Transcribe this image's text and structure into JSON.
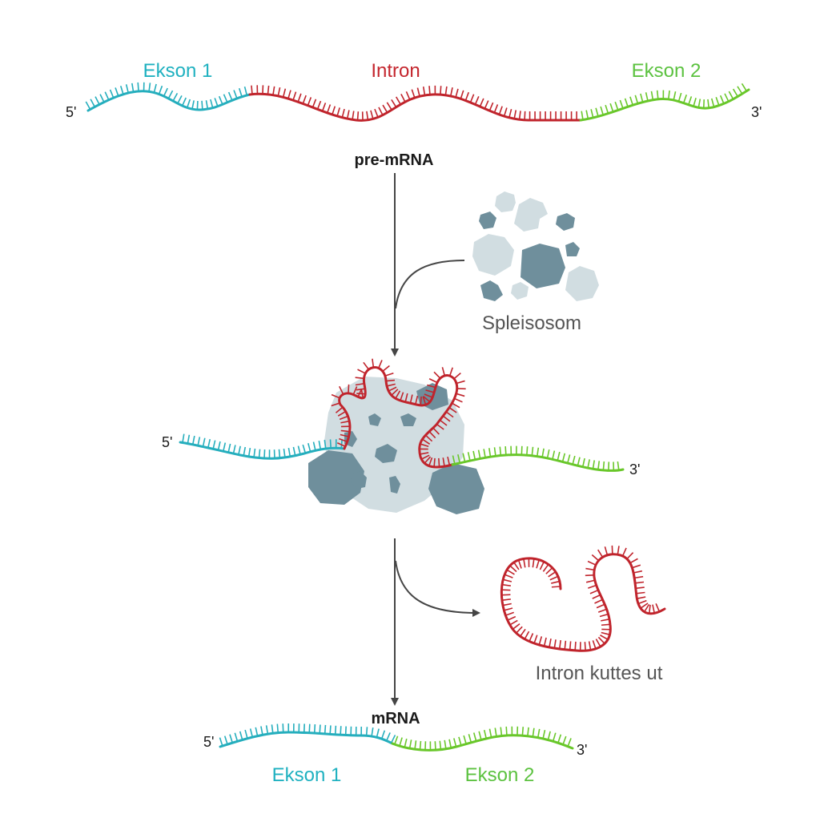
{
  "colors": {
    "exon1": "#25aebd",
    "intron": "#c0242c",
    "exon2": "#69c72a",
    "exon1_text": "#1fb1c0",
    "intron_text": "#c4262e",
    "exon2_text": "#5cc240",
    "arrow": "#454545",
    "label": "#1a1a1a",
    "muted_label": "#555555",
    "protein_light": "#d1dde1",
    "protein_dark": "#6f8f9c"
  },
  "top": {
    "exon1_label": "Ekson 1",
    "intron_label": "Intron",
    "exon2_label": "Ekson 2",
    "five_prime": "5'",
    "three_prime": "3'",
    "title": "pre-mRNA"
  },
  "spliceosome": {
    "label": "Spleisosom"
  },
  "middle": {
    "five_prime": "5'",
    "three_prime": "3'"
  },
  "excised": {
    "label": "Intron kuttes ut"
  },
  "bottom": {
    "title": "mRNA",
    "five_prime": "5'",
    "three_prime": "3'",
    "exon1_label": "Ekson 1",
    "exon2_label": "Ekson 2"
  }
}
